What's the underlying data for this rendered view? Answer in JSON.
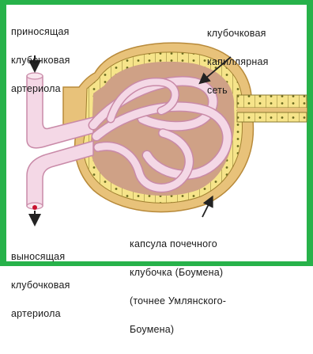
{
  "labels": {
    "afferent": [
      "приносящая",
      "клубочковая",
      "артериола"
    ],
    "capillary": [
      "клубочковая",
      "капиллярная",
      "сеть"
    ],
    "efferent": [
      "выносящая",
      "клубочковая",
      "артериола"
    ],
    "capsule": [
      "капсула почечного",
      "клубочка (Боумена)",
      "(точнее Умлянского-",
      "Боумена)"
    ]
  },
  "colors": {
    "border_green": "#27b24a",
    "capsule_outer": "#e8c27a",
    "capsule_inner": "#cfa186",
    "tubule_cells": "#f6e48a",
    "vessel": "#f4d8e6",
    "vessel_stroke": "#c98aa8",
    "arrow": "#222222",
    "arrow_head_red": "#c8102e"
  }
}
